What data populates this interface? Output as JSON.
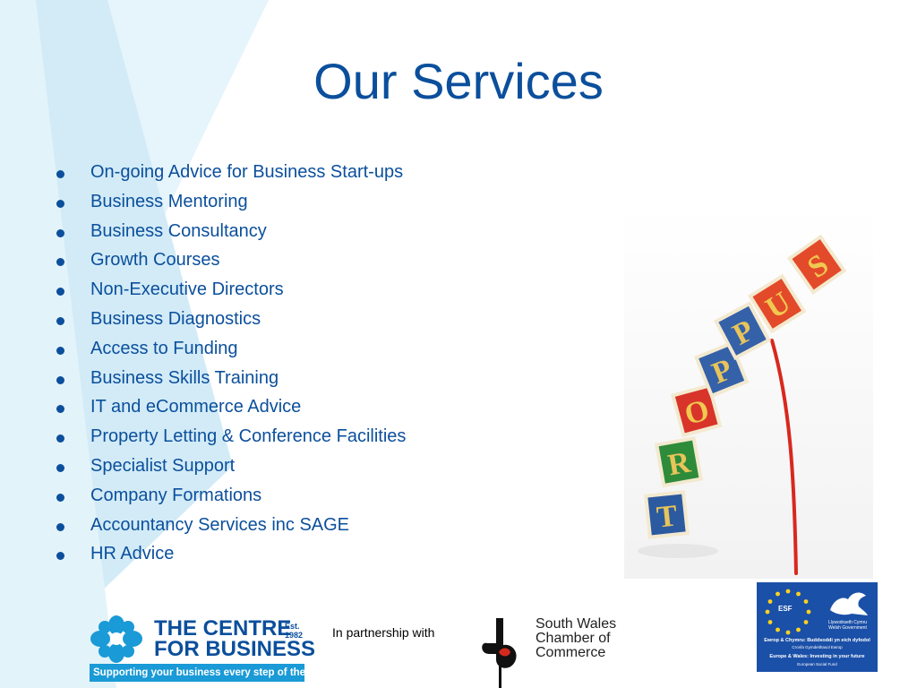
{
  "slide": {
    "title": "Our Services"
  },
  "services": [
    "On-going Advice for Business Start-ups",
    "Business Mentoring",
    "Business Consultancy",
    "Growth Courses",
    "Non-Executive Directors",
    "Business Diagnostics",
    "Access to Funding",
    "Business Skills Training",
    "IT and eCommerce Advice",
    "Property Letting & Conference Facilities",
    "Specialist Support",
    "Company Formations",
    "Accountancy Services inc SAGE",
    "HR Advice"
  ],
  "image": {
    "blocks_letters": [
      "S",
      "U",
      "P",
      "P",
      "O",
      "R",
      "T"
    ]
  },
  "footer": {
    "cfb_line1": "THE CENTRE",
    "cfb_line2": "FOR BUSINESS",
    "cfb_est1": "Est.",
    "cfb_est2": "1982",
    "cfb_tagline": "Supporting your business every step of the way",
    "partnership_text": "In partnership with",
    "swcc_line1": "South Wales",
    "swcc_line2": "Chamber of",
    "swcc_line3": "Commerce",
    "esf_label": "ESF",
    "wg_line1": "Llywodraeth Cymru",
    "wg_line2": "Welsh Government",
    "esf_line1": "Ewrop & Chymru: Buddsoddi yn eich dyfodol",
    "esf_line2": "Cronfa Gymdeithasol Ewrop",
    "esf_line3": "Europe & Wales: Investing in your future",
    "esf_line4": "European Social Fund"
  },
  "colors": {
    "title": "#0b4f9c",
    "text": "#0b4f9c",
    "swoosh": "#d4ecf7",
    "esf_blue": "#1b50a8"
  }
}
